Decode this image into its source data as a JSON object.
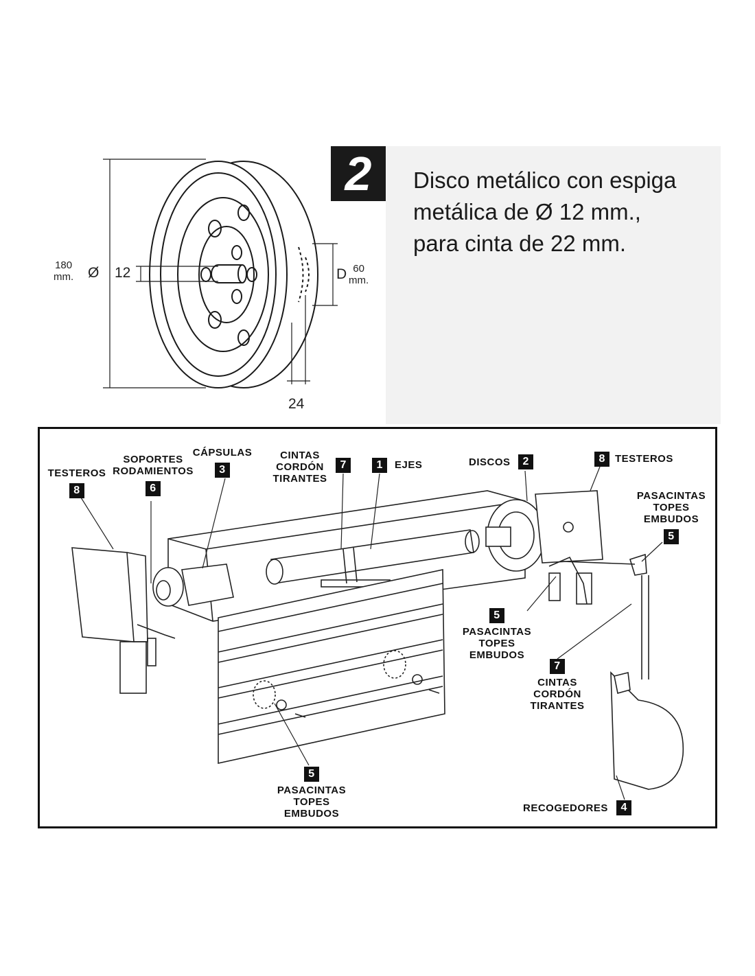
{
  "header": {
    "badge_number": "2",
    "description_lines": [
      "Disco metálico con espiga",
      "metálica de Ø 12 mm.,",
      "para cinta de 22 mm."
    ]
  },
  "dimensions": {
    "outer_value": "180",
    "outer_unit": "mm.",
    "diameter_symbol": "Ø",
    "shaft_value": "12",
    "inner_letter": "D",
    "inner_value": "60",
    "inner_unit": "mm.",
    "width_value": "24"
  },
  "parts": {
    "testeros_left": {
      "lines": [
        "TESTEROS"
      ],
      "badge": "8"
    },
    "soportes": {
      "lines": [
        "SOPORTES",
        "RODAMIENTOS"
      ],
      "badge": "6"
    },
    "capsulas": {
      "lines": [
        "CÁPSULAS"
      ],
      "badge": "3"
    },
    "cintas_top": {
      "lines": [
        "CINTAS",
        "CORDÓN",
        "TIRANTES"
      ],
      "badge": "7"
    },
    "ejes": {
      "lines": [
        "EJES"
      ],
      "badge": "1"
    },
    "discos": {
      "lines": [
        "DISCOS"
      ],
      "badge": "2"
    },
    "testeros_right": {
      "lines": [
        "TESTEROS"
      ],
      "badge": "8"
    },
    "pasacintas_right": {
      "lines": [
        "PASACINTAS",
        "TOPES",
        "EMBUDOS"
      ],
      "badge": "5"
    },
    "pasacintas_mid": {
      "lines": [
        "PASACINTAS",
        "TOPES",
        "EMBUDOS"
      ],
      "badge": "5"
    },
    "cintas_right": {
      "lines": [
        "CINTAS",
        "CORDÓN",
        "TIRANTES"
      ],
      "badge": "7"
    },
    "pasacintas_bottom": {
      "lines": [
        "PASACINTAS",
        "TOPES",
        "EMBUDOS"
      ],
      "badge": "5"
    },
    "recogedores": {
      "lines": [
        "RECOGEDORES"
      ],
      "badge": "4"
    }
  }
}
